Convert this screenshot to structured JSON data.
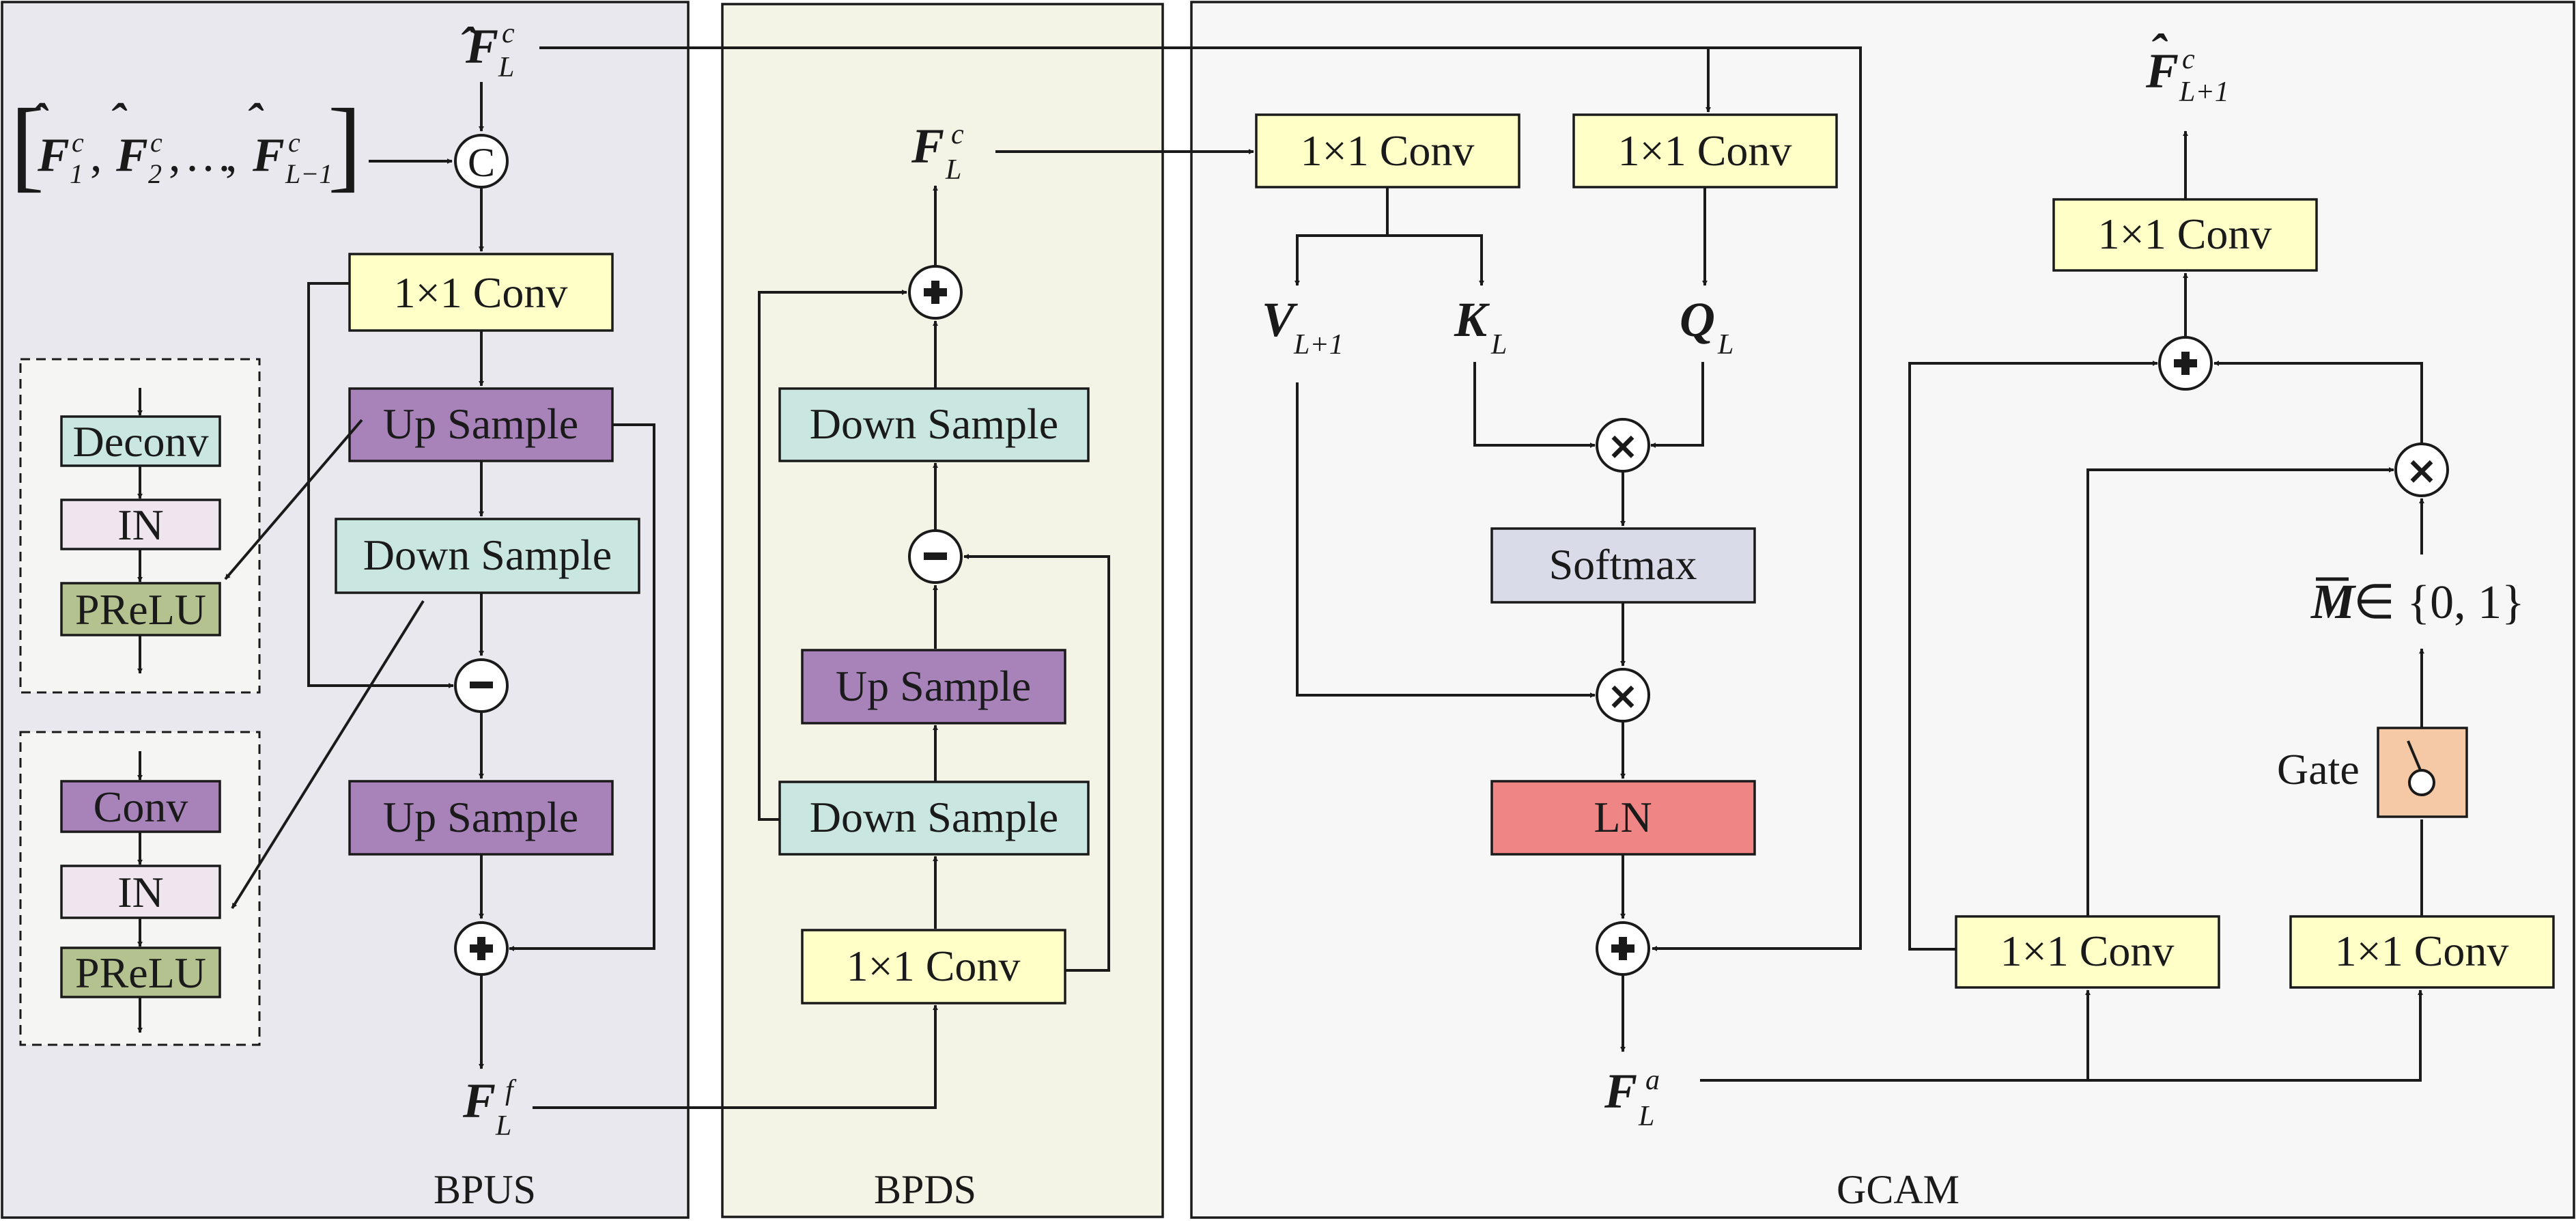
{
  "panels": {
    "bpus": {
      "label": "BPUS"
    },
    "bpds": {
      "label": "BPDS"
    },
    "gcam": {
      "label": "GCAM"
    }
  },
  "colors": {
    "conv_box": "#ffffc8",
    "up_sample": "#a883ba",
    "down_sample": "#c9e6e1",
    "softmax": "#d9dbe8",
    "ln": "#f08585",
    "gate": "#f6c9a6",
    "in_box": "#efe5ef",
    "prelu": "#b3c28e",
    "bpus_bg": "#e8e8ee",
    "bpds_bg": "#f3f4e5",
    "gcam_bg": "#f7f7f7",
    "legend_bg": "#f5f5f3"
  },
  "bpus": {
    "conv": "1×1 Conv",
    "up1": "Up Sample",
    "down": "Down Sample",
    "up2": "Up Sample",
    "concat_op": "C",
    "minus_op": "−",
    "plus_op": "+"
  },
  "legend_up": {
    "deconv": "Deconv",
    "in": "IN",
    "prelu": "PReLU"
  },
  "legend_down": {
    "conv": "Conv",
    "in": "IN",
    "prelu": "PReLU"
  },
  "bpds": {
    "conv": "1×1 Conv",
    "down1": "Down Sample",
    "up": "Up Sample",
    "down2": "Down Sample",
    "minus_op": "−",
    "plus_op": "+"
  },
  "gcam": {
    "conv_v": "1×1 Conv",
    "conv_q": "1×1 Conv",
    "softmax": "Softmax",
    "ln": "LN",
    "conv_left": "1×1 Conv",
    "conv_right": "1×1 Conv",
    "conv_out": "1×1 Conv",
    "gate": "Gate",
    "mul_op": "×",
    "plus_op": "+"
  },
  "symbols": {
    "f_hat_l": {
      "main": "F",
      "sup": "c",
      "sub": "L"
    },
    "concat_list": {
      "f1_sub": "1",
      "f2_sub": "2",
      "dots": "…",
      "fl1_sub": "L−1",
      "sup": "c"
    },
    "f_l_c": {
      "main": "F",
      "sup": "c",
      "sub": "L"
    },
    "f_l_f": {
      "main": "F",
      "sup": "f",
      "sub": "L"
    },
    "v": {
      "main": "V",
      "sub": "L+1"
    },
    "k": {
      "main": "K",
      "sub": "L"
    },
    "q": {
      "main": "Q",
      "sub": "L"
    },
    "f_l_a": {
      "main": "F",
      "sup": "a",
      "sub": "L"
    },
    "f_hat_l1": {
      "main": "F",
      "sup": "c",
      "sub": "L+1"
    },
    "mask": {
      "main": "M",
      "rest": "∈ {0, 1}"
    }
  }
}
